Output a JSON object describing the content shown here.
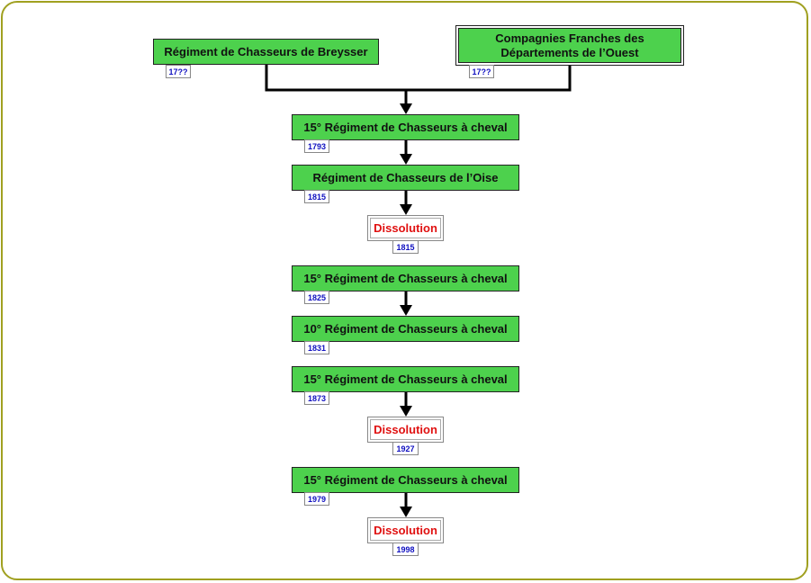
{
  "colors": {
    "box": "#4dd14d",
    "dissolution_text": "#e01010",
    "year_text": "#1010c0",
    "frame": "#a0a020"
  },
  "nodes": {
    "breysser": {
      "label": "Régiment de Chasseurs de Breysser",
      "year": "17??"
    },
    "compagnies": {
      "label_line1": "Compagnies Franches des",
      "label_line2": "Départements de l’Ouest",
      "year": "17??"
    },
    "n1793": {
      "label": "15° Régiment de Chasseurs à cheval",
      "year": "1793"
    },
    "n1815": {
      "label": "Régiment de Chasseurs de l’Oise",
      "year": "1815"
    },
    "d1815": {
      "label": "Dissolution",
      "year": "1815"
    },
    "n1825": {
      "label": "15° Régiment de Chasseurs à cheval",
      "year": "1825"
    },
    "n1831": {
      "label": "10° Régiment de Chasseurs à cheval",
      "year": "1831"
    },
    "n1873": {
      "label": "15° Régiment de Chasseurs à cheval",
      "year": "1873"
    },
    "d1927": {
      "label": "Dissolution",
      "year": "1927"
    },
    "n1979": {
      "label": "15° Régiment de Chasseurs à cheval",
      "year": "1979"
    },
    "d1998": {
      "label": "Dissolution",
      "year": "1998"
    }
  }
}
